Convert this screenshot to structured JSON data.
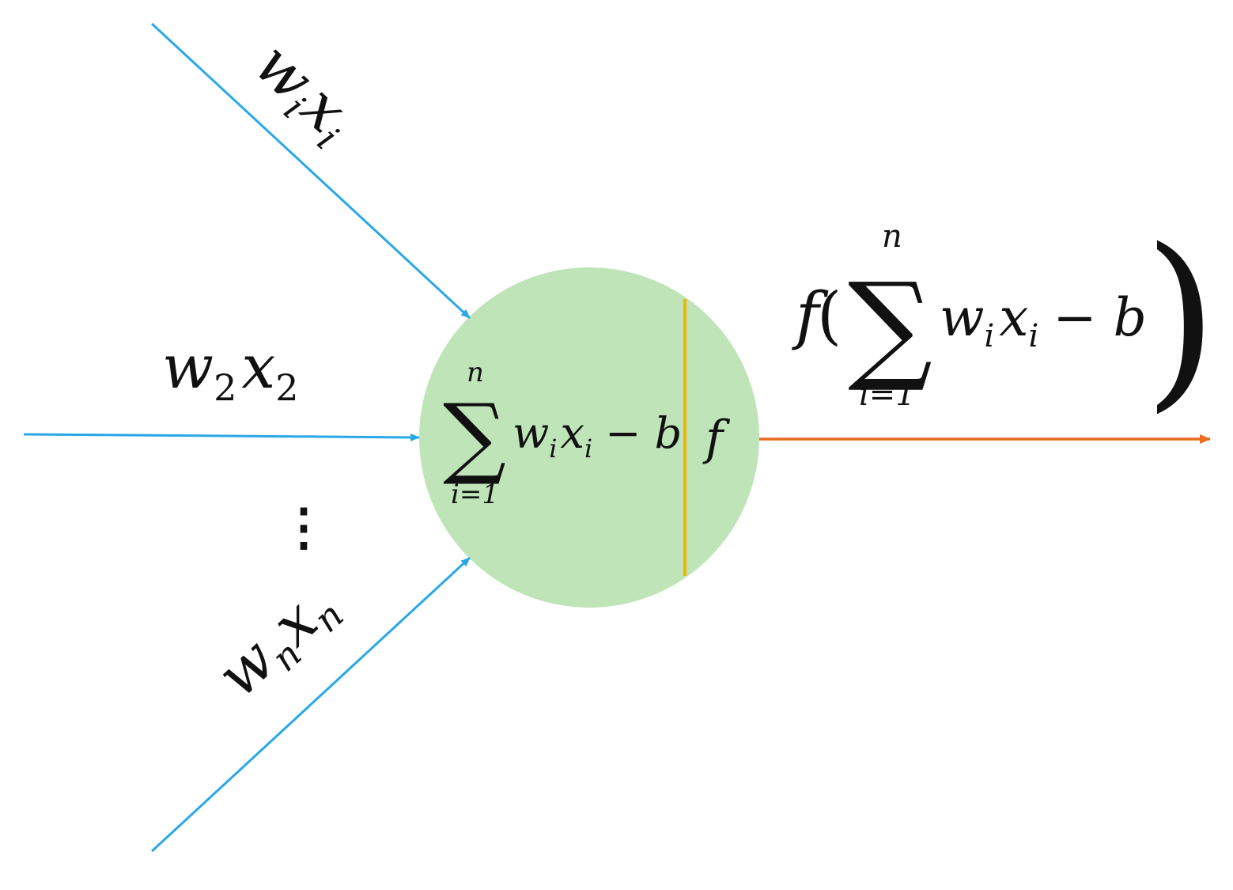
{
  "colors": {
    "input_arrow": "#2aa7e6",
    "output_arrow": "#ea6a1e",
    "neuron_fill": "#bfe4b8",
    "divider": "#f2b705",
    "text": "#111111"
  },
  "inputs": {
    "top": {
      "w": "w",
      "w_sub": "i",
      "x": "x",
      "x_sub": "i"
    },
    "middle": {
      "w": "w",
      "w_sub": "2",
      "x": "x",
      "x_sub": "2"
    },
    "bottom": {
      "w": "w",
      "w_sub": "n",
      "x": "x",
      "x_sub": "n"
    },
    "ellipsis": "⋮"
  },
  "neuron": {
    "sum": {
      "sigma": "∑",
      "upper": "n",
      "lower": "i=1",
      "w": "w",
      "w_sub": "i",
      "x": "x",
      "x_sub": "i",
      "minus_b": "− b"
    },
    "activation": "f"
  },
  "output": {
    "f": "f",
    "open_paren": "(",
    "sigma": "∑",
    "upper": "n",
    "lower": "i=1",
    "w": "w",
    "w_sub": "i",
    "x": "x",
    "x_sub": "i",
    "minus_b": "− b",
    "close_paren": ")"
  }
}
